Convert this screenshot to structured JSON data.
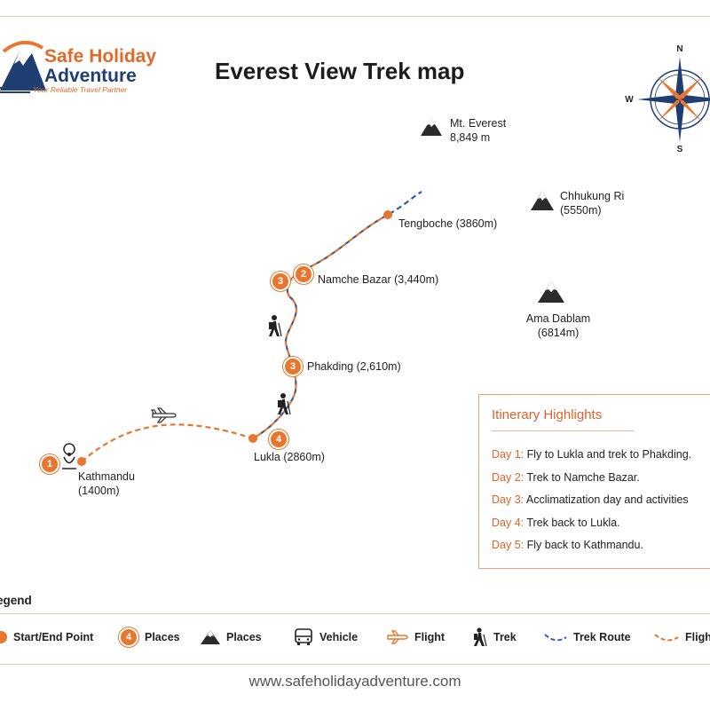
{
  "brand": {
    "line1": "Safe Holiday",
    "line2": "Adventure",
    "tagline": "Your Reliable Travel Partner"
  },
  "title": "Everest View Trek map",
  "compass": {
    "n": "N",
    "w": "W",
    "s": "S"
  },
  "places": {
    "everest": {
      "name": "Mt. Everest",
      "alt": "8,849 m"
    },
    "chhukung": {
      "name": "Chhukung Ri",
      "alt": "(5550m)"
    },
    "amadablam": {
      "name": "Ama Dablam",
      "alt": "(6814m)"
    },
    "tengboche": "Tengboche (3860m)",
    "namche": "Namche Bazar (3,440m)",
    "phakding": "Phakding (2,610m)",
    "lukla": "Lukla (2860m)",
    "kathmandu": {
      "name": "Kathmandu",
      "alt": "(1400m)"
    }
  },
  "badges": {
    "kathmandu": "1",
    "lukla": "4",
    "phakding": "3",
    "namche_a": "3",
    "namche_b": "2"
  },
  "itinerary": {
    "title": "Itinerary Highlights",
    "items": [
      {
        "day": "Day 1:",
        "text": " Fly to Lukla and trek to Phakding."
      },
      {
        "day": "Day 2:",
        "text": " Trek to Namche Bazar."
      },
      {
        "day": "Day 3:",
        "text": " Acclimatization day and activities"
      },
      {
        "day": "Day 4:",
        "text": " Trek back to Lukla."
      },
      {
        "day": "Day 5:",
        "text": " Fly back to Kathmandu."
      }
    ]
  },
  "legend": {
    "title": "egend",
    "start_end": "Start/End Point",
    "places_num_badge": "4",
    "places_num": "Places",
    "places_peak": "Places",
    "vehicle": "Vehicle",
    "flight": "Flight",
    "trek": "Trek",
    "trek_route": "Trek Route",
    "flight_route": "Fligh"
  },
  "footer": "www.safeholidayadventure.com",
  "colors": {
    "orange": "#e8762f",
    "navy": "#1f3f73",
    "blue_route": "#2f5fa8"
  }
}
